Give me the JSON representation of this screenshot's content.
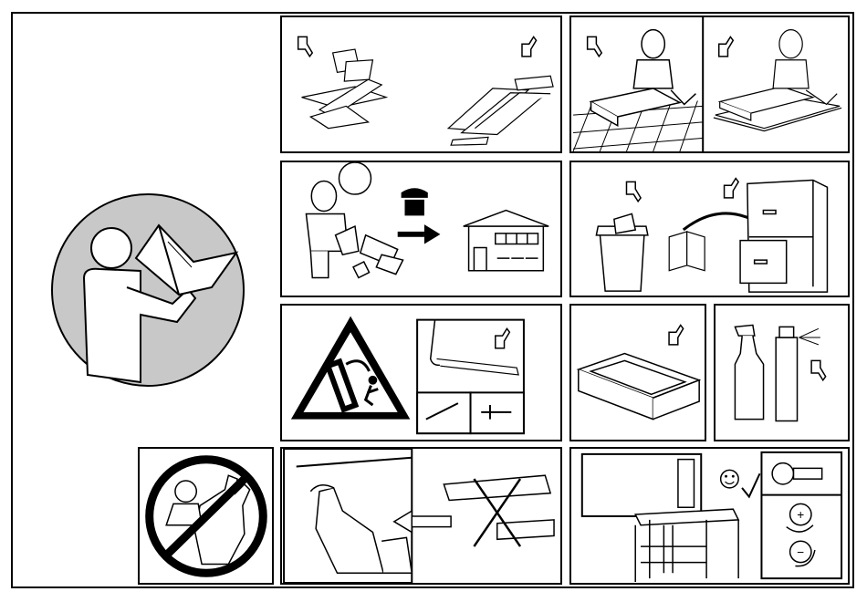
{
  "sheet": {
    "panels": [
      {
        "id": "read-instructions",
        "icon": "read-manual-icon"
      },
      {
        "id": "unpack-on-floor",
        "icons": [
          "thumbs-down-icon",
          "thumbs-up-icon"
        ]
      },
      {
        "id": "assemble-on-soft-surface",
        "icons": [
          "thumbs-down-icon",
          "thumbs-up-icon"
        ]
      },
      {
        "id": "contact-store",
        "icons": [
          "phone-icon",
          "arrow-icon",
          "store-icon"
        ]
      },
      {
        "id": "keep-instructions",
        "icons": [
          "thumbs-down-icon",
          "thumbs-up-icon",
          "filing-cabinet-icon"
        ]
      },
      {
        "id": "tip-over-warning",
        "icons": [
          "warning-triangle-icon",
          "wall-anchor-icon",
          "thumbs-up-icon"
        ]
      },
      {
        "id": "drawer-ok",
        "icons": [
          "drawer-icon",
          "thumbs-up-icon"
        ]
      },
      {
        "id": "no-cleaning-spray",
        "icons": [
          "spray-bottle-icon",
          "thumbs-down-icon"
        ]
      },
      {
        "id": "keep-from-children",
        "icon": "no-children-icon"
      },
      {
        "id": "do-not-cut-open",
        "icons": [
          "hand-icon",
          "knife-crossed-icon"
        ]
      },
      {
        "id": "adjust-hinges",
        "icons": [
          "smile-icon",
          "check-icon",
          "screw-icon"
        ]
      }
    ],
    "screw_labels": {
      "plus": "+",
      "minus": "−"
    }
  }
}
